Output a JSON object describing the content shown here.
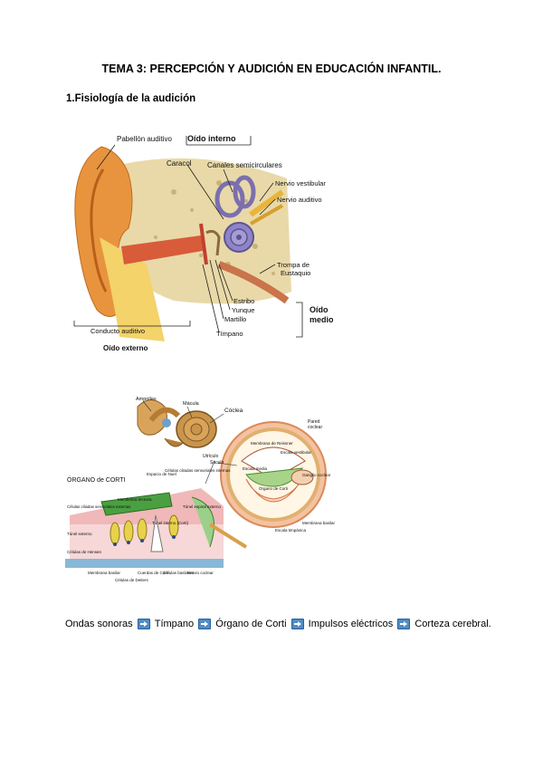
{
  "title": "TEMA 3: PERCEPCIÓN Y AUDICIÓN EN EDUCACIÓN INFANTIL.",
  "section": "1.Fisiología de la audición",
  "figure1": {
    "labels": {
      "pabellon": "Pabellón auditivo",
      "oido_interno": "Oído interno",
      "caracol": "Caracol",
      "canales": "Canales semicirculares",
      "nervio_vestibular": "Nervio vestibular",
      "nervio_auditivo": "Nervio auditivo",
      "trompa": "Trompa de",
      "trompa2": "Eustaquio",
      "estribo": "Estribo",
      "yunque": "Yunque",
      "martillo": "Martillo",
      "timpano": "Tímpano",
      "conducto": "Conducto auditivo",
      "oido_externo": "Oído externo",
      "oido_medio": "Oído",
      "oido_medio2": "medio"
    }
  },
  "figure2": {
    "labels": {
      "ampollas": "Ampollas",
      "macula": "Mácula",
      "coclea": "Cóclea",
      "utriculo": "Utrículo",
      "saculo": "Sáculo",
      "organo_corti": "ÓRGANO de CORTI",
      "pared_coclear": "Pared",
      "pared_coclear2": "coclear",
      "membrana_reissner": "Membrana de Reissner",
      "escala_vestibular": "Escala vestibular",
      "escala_media": "Escala media",
      "ganglio": "Ganglio coclear",
      "organo_de_corti": "Órgano de Corti",
      "escala_timpanica": "Escala timpánica",
      "membrana_basilar": "Membrana basilar",
      "espacio_nuel": "Espacio de Nuel",
      "celulas_ciliadas_internas": "Células ciliadas sensoriales internas",
      "membrana_tectoria": "Membrana tectoria",
      "celulas_ciliadas_externas": "Células ciliadas sensoriales externas",
      "tunel_espiral": "Túnel espiral externo",
      "tunel_externo": "Túnel externo",
      "tunel_interno": "Túnel interno (Corti)",
      "celulas_hensen": "Células de Hensen",
      "membrana_basilar2": "Membrana basilar",
      "celulas_deiters": "Células de Deiters",
      "cuerdas_corti": "Cuerdas de Corti",
      "celulas_basilares": "Células basilares",
      "nervio_coclear": "Nervio coclear"
    }
  },
  "flow": {
    "items": [
      "Ondas sonoras",
      "Tímpano",
      "Órgano de Corti",
      "Impulsos eléctricos",
      "Corteza cerebral."
    ]
  }
}
